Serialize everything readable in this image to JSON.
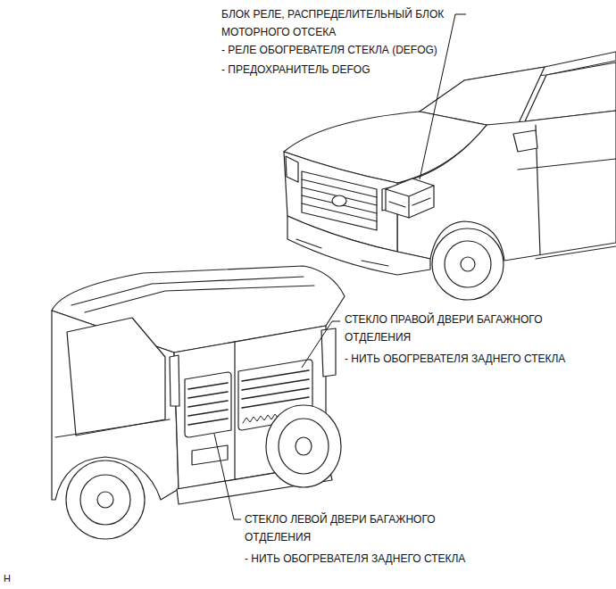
{
  "diagram": {
    "labels": [
      "БЛОК РЕЛЕ, РАСПРЕДЕЛИТЕЛЬНЫЙ БЛОК МОТОРНОГО ОТСЕКА",
      "- РЕЛЕ ОБОГРЕВАТЕЛЯ СТЕКЛА (DEFOG)",
      "- ПРЕДОХРАНИТЕЛЬ DEFOG",
      "СТЕКЛО ПРАВОЙ ДВЕРИ БАГАЖНОГО ОТДЕЛЕНИЯ",
      "- НИТЬ ОБОГРЕВАТЕЛЯ ЗАДНЕГО СТЕКЛА",
      "СТЕКЛО ЛЕВОЙ ДВЕРИ БАГАЖНОГО ОТДЕЛЕНИЯ",
      "- НИТЬ ОБОГРЕВАТЕЛЯ ЗАДНЕГО СТЕКЛА",
      "H"
    ]
  }
}
